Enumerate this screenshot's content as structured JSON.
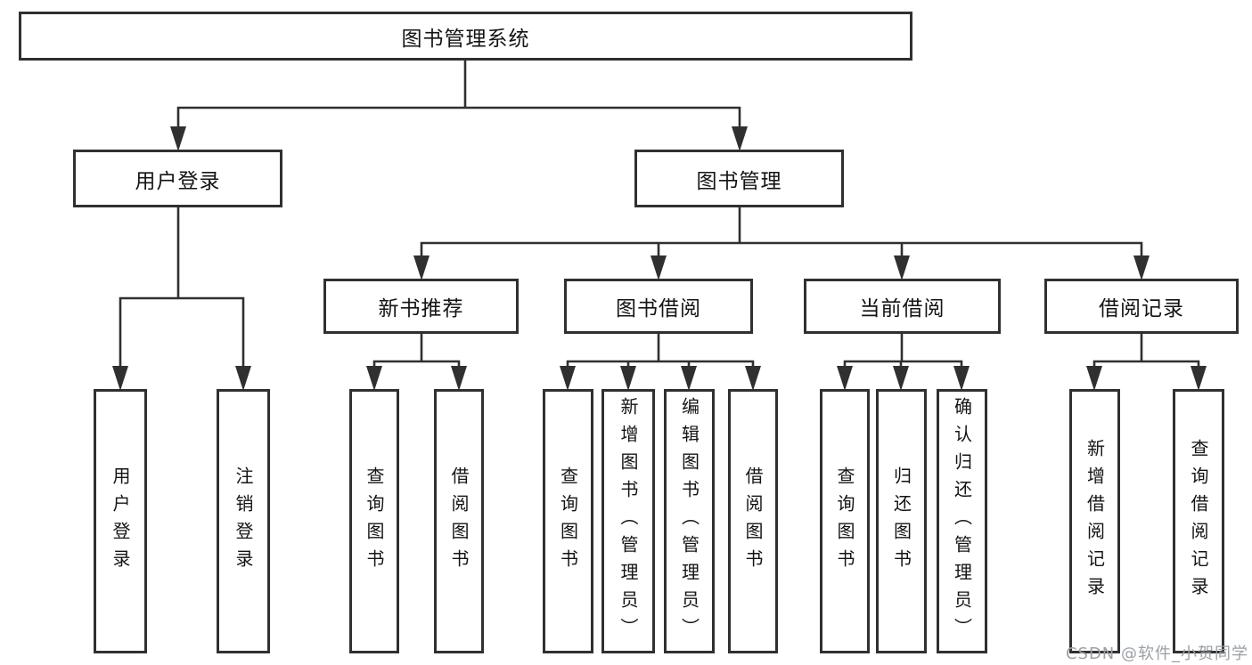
{
  "diagram": {
    "title": "图书管理系统",
    "root": {
      "label": "图书管理系统"
    },
    "level2": [
      {
        "label": "用户登录"
      },
      {
        "label": "图书管理"
      }
    ],
    "level3": [
      {
        "label": "新书推荐"
      },
      {
        "label": "图书借阅"
      },
      {
        "label": "当前借阅"
      },
      {
        "label": "借阅记录"
      }
    ],
    "leaves": {
      "user_login": [
        {
          "label": "用户登录"
        },
        {
          "label": "注销登录"
        }
      ],
      "new_book": [
        {
          "label": "查询图书"
        },
        {
          "label": "借阅图书"
        }
      ],
      "book_borrow": [
        {
          "label": "查询图书"
        },
        {
          "label": "新增图书（管理员）"
        },
        {
          "label": "编辑图书（管理员）"
        },
        {
          "label": "借阅图书"
        }
      ],
      "current_borrow": [
        {
          "label": "查询图书"
        },
        {
          "label": "归还图书"
        },
        {
          "label": "确认归还（管理员）"
        }
      ],
      "borrow_record": [
        {
          "label": "新增借阅记录"
        },
        {
          "label": "查询借阅记录"
        }
      ]
    }
  },
  "watermark": {
    "text": "CSDN @软件_小贺同学"
  },
  "colors": {
    "line": "#303030",
    "text": "#141414",
    "watermark": "#9aa0a6",
    "background": "#ffffff"
  }
}
